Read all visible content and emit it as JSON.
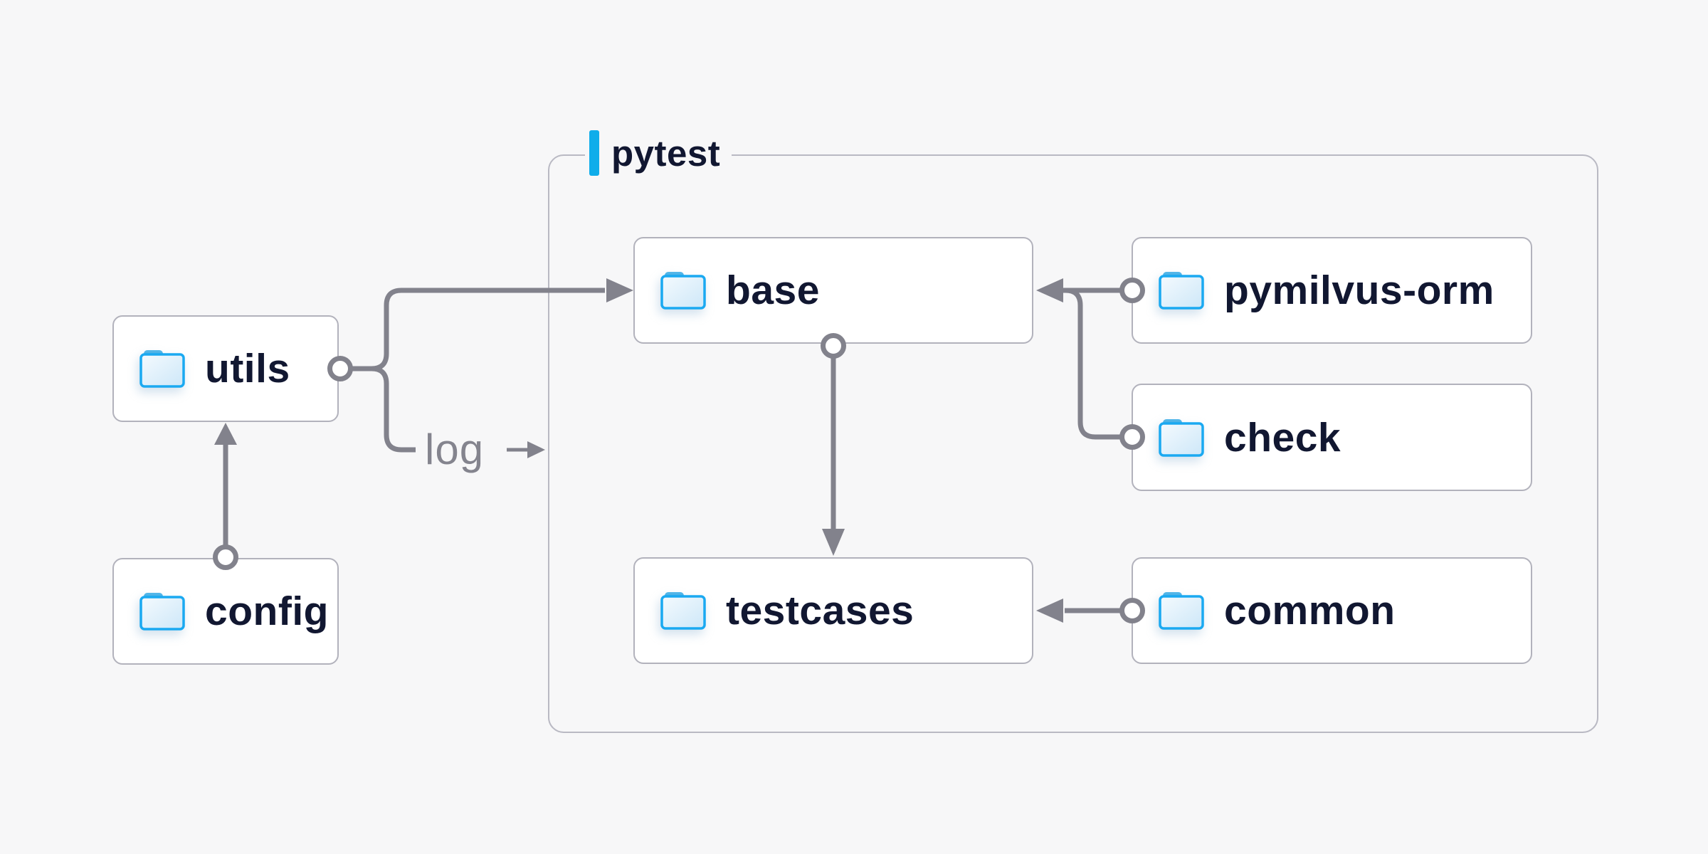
{
  "diagram": {
    "group": {
      "title": "pytest"
    },
    "log_label": "log",
    "nodes": [
      {
        "id": "utils",
        "label": "utils",
        "icon": "folder-icon"
      },
      {
        "id": "config",
        "label": "config",
        "icon": "folder-icon"
      },
      {
        "id": "base",
        "label": "base",
        "icon": "folder-icon"
      },
      {
        "id": "testcases",
        "label": "testcases",
        "icon": "folder-icon"
      },
      {
        "id": "pymilvus-orm",
        "label": "pymilvus-orm",
        "icon": "folder-icon"
      },
      {
        "id": "check",
        "label": "check",
        "icon": "folder-icon"
      },
      {
        "id": "common",
        "label": "common",
        "icon": "folder-icon"
      }
    ],
    "edges": [
      {
        "from": "config",
        "to": "utils"
      },
      {
        "from": "utils",
        "to": "base"
      },
      {
        "from": "utils",
        "to": "log"
      },
      {
        "from": "pymilvus-orm",
        "to": "base"
      },
      {
        "from": "check",
        "to": "base"
      },
      {
        "from": "base",
        "to": "testcases"
      },
      {
        "from": "common",
        "to": "testcases"
      }
    ],
    "colors": {
      "background": "#f7f7f8",
      "node_background": "#ffffff",
      "node_border": "#b2b2bc",
      "group_border": "#b9b9c3",
      "accent_blue": "#0fadea",
      "folder_border_blue": "#1aa9f1",
      "folder_fill_light": "#d9ecf9",
      "folder_tab_blue": "#35a2de",
      "connector_gray": "#82828c",
      "text_navy": "#111731",
      "log_text_gray": "#84848e"
    }
  }
}
